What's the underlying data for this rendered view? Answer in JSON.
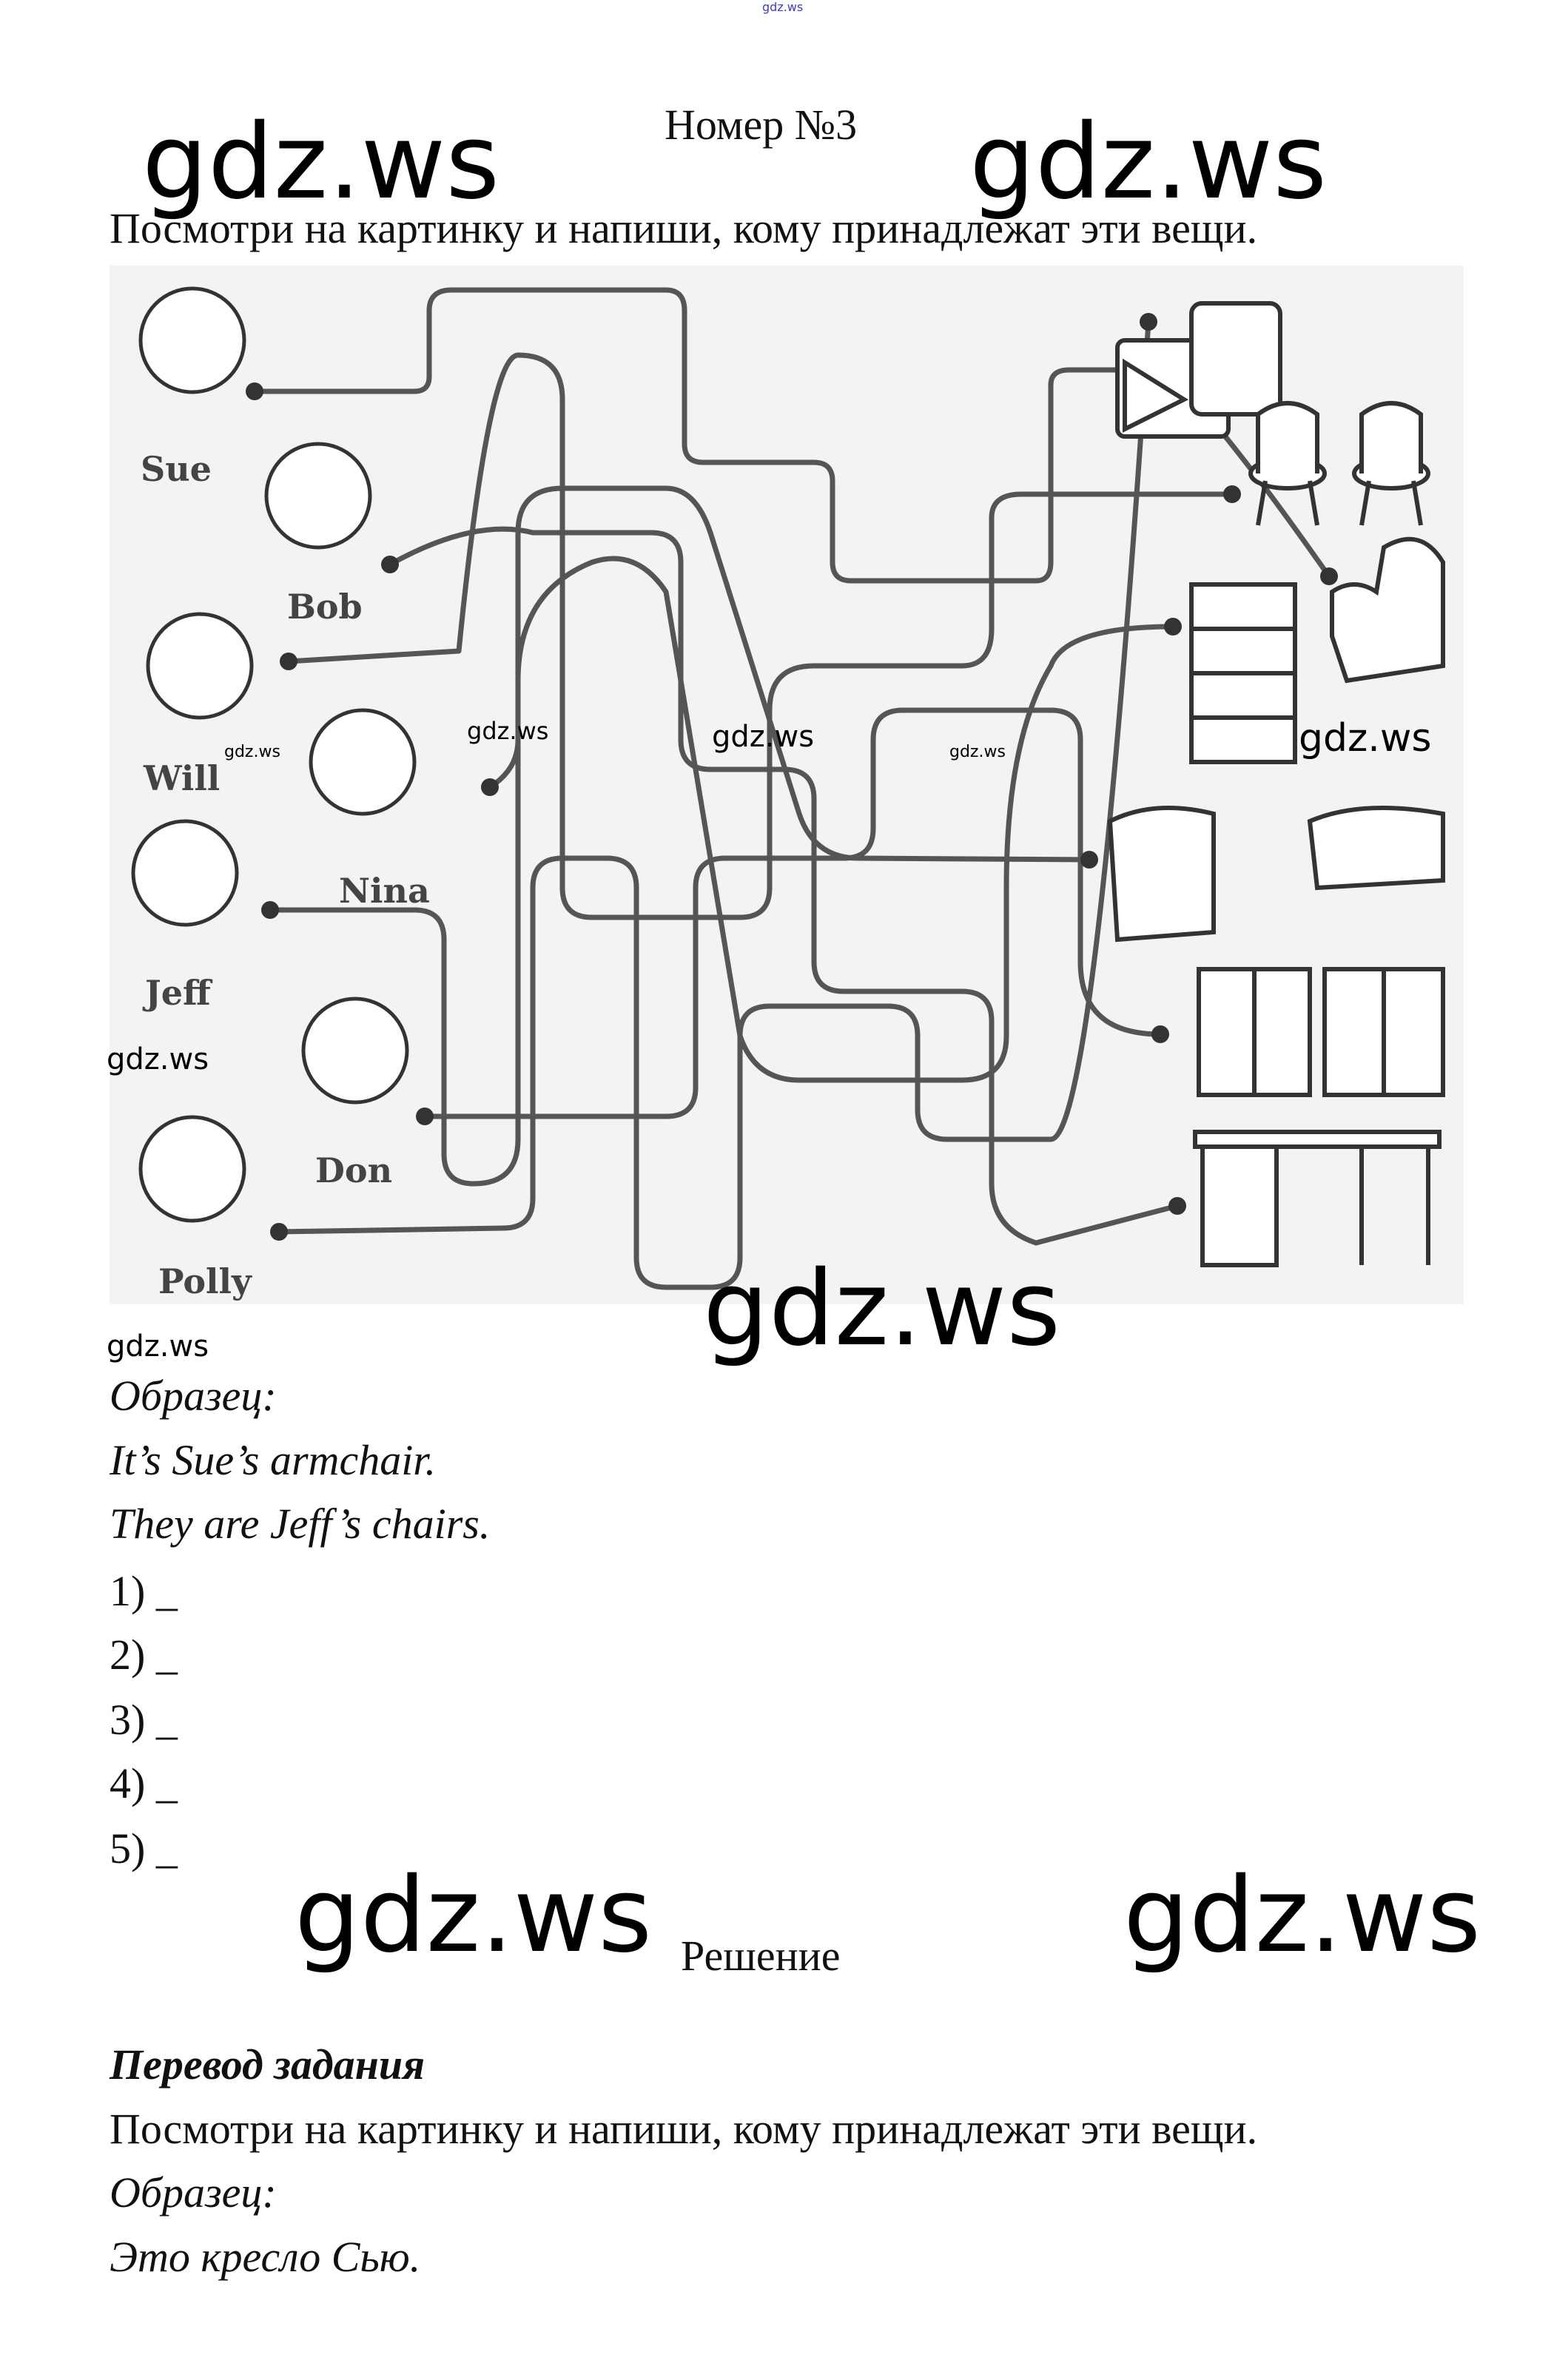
{
  "top_mark": "gdz.ws",
  "title": "Номер №3",
  "task": "Посмотри на картинку и напиши, кому принадлежат эти вещи.",
  "illustration": {
    "children": [
      "Sue",
      "Bob",
      "Will",
      "Nina",
      "Jeff",
      "Don",
      "Polly"
    ],
    "items": [
      "bed",
      "chairs",
      "armchair",
      "bookcase",
      "sofa",
      "cupboards",
      "desk"
    ]
  },
  "sample": {
    "label": "Образец:",
    "lines": [
      "It’s Sue’s armchair.",
      "They are Jeff’s chairs."
    ]
  },
  "answers": [
    "1) _",
    "2) _",
    "3) _",
    "4) _",
    "5) _"
  ],
  "solution_heading": "Решение",
  "translation": {
    "heading": "Перевод задания",
    "task": "Посмотри на картинку и напиши, кому принадлежат эти вещи.",
    "sample_label": "Образец:",
    "sample_line": "Это кресло Сью."
  },
  "watermarks": {
    "text": "gdz.ws"
  }
}
